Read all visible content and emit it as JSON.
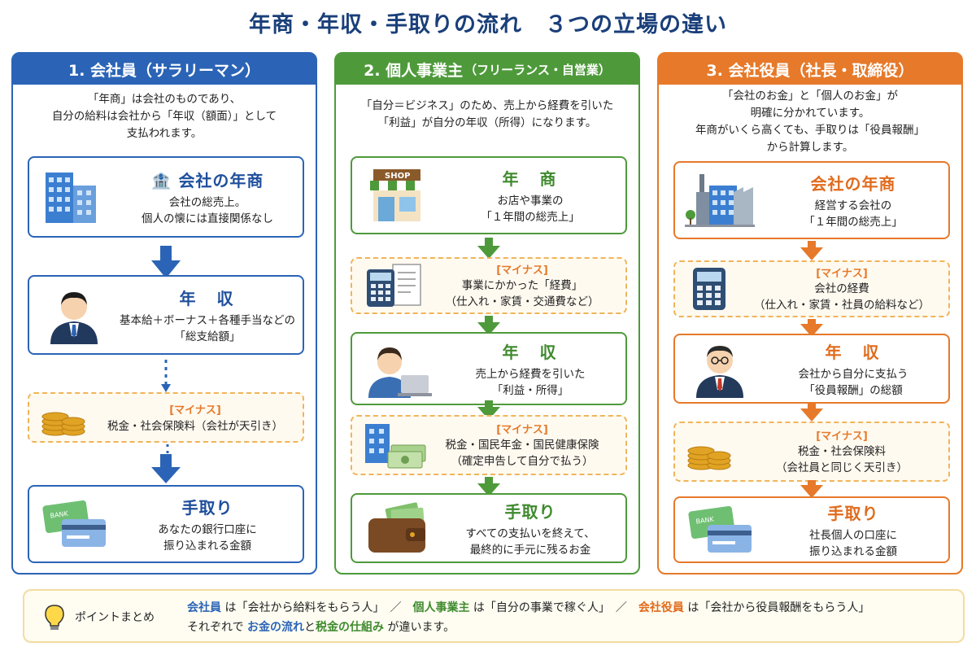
{
  "title": "年商・年収・手取りの流れ　３つの立場の違い",
  "colors": {
    "blue": "#2b64b6",
    "green": "#4e9a3b",
    "orange": "#e6792a"
  },
  "employee": {
    "header": "1. 会社員（サラリーマン）",
    "intro": [
      "「年商」は会社のものであり、",
      "自分の給料は会社から「年収（額面）」として",
      "支払われます。"
    ],
    "revenue": {
      "title": "会社の年商",
      "desc": [
        "会社の総売上。",
        "個人の懐には直接関係なし"
      ],
      "icon": "office-building-icon"
    },
    "income": {
      "title": "年　収",
      "desc": [
        "基本給＋ボーナス＋各種手当などの",
        "「総支給額」"
      ],
      "icon": "businessman-icon"
    },
    "minus": {
      "label": "[マイナス]",
      "desc": [
        "税金・社会保険料（会社が天引き）"
      ],
      "icon": "coins-icon"
    },
    "takehome": {
      "title": "手取り",
      "desc": [
        "あなたの銀行口座に",
        "振り込まれる金額"
      ],
      "icon": "bank-cards-icon"
    }
  },
  "freelance": {
    "header_main": "2. 個人事業主",
    "header_sub": "（フリーランス・自営業）",
    "intro": [
      "「自分＝ビジネス」のため、売上から経費を引いた",
      "「利益」が自分の年収（所得）になります。"
    ],
    "revenue": {
      "title": "年　商",
      "desc": [
        "お店や事業の",
        "「１年間の総売上」"
      ],
      "icon": "shop-icon",
      "shop_sign": "SHOP"
    },
    "expense": {
      "label": "[マイナス]",
      "desc": [
        "事業にかかった「経費」",
        "（仕入れ・家賃・交通費など）"
      ],
      "icon": "calculator-receipt-icon"
    },
    "income": {
      "title": "年　収",
      "desc": [
        "売上から経費を引いた",
        "「利益・所得」"
      ],
      "icon": "freelancer-laptop-icon"
    },
    "minus": {
      "label": "[マイナス]",
      "desc": [
        "税金・国民年金・国民健康保険",
        "（確定申告して自分で払う）"
      ],
      "icon": "building-cash-icon"
    },
    "takehome": {
      "title": "手取り",
      "desc": [
        "すべての支払いを終えて、",
        "最終的に手元に残るお金"
      ],
      "icon": "wallet-icon"
    }
  },
  "executive": {
    "header": "3. 会社役員（社長・取締役）",
    "intro": [
      "「会社のお金」と「個人のお金」が",
      "明確に分かれています。",
      "年商がいくら高くても、手取りは「役員報酬」",
      "から計算します。"
    ],
    "revenue": {
      "title": "会社の年商",
      "desc": [
        "経営する会社の",
        "「１年間の総売上」"
      ],
      "icon": "factory-icon"
    },
    "expense": {
      "label": "[マイナス]",
      "desc": [
        "会社の経費",
        "（仕入れ・家賃・社員の給料など）"
      ],
      "icon": "calculator-icon"
    },
    "income": {
      "title": "年　収",
      "desc": [
        "会社から自分に支払う",
        "「役員報酬」の総額"
      ],
      "icon": "executive-icon"
    },
    "minus": {
      "label": "[マイナス]",
      "desc": [
        "税金・社会保険料",
        "（会社員と同じく天引き）"
      ],
      "icon": "coins-icon"
    },
    "takehome": {
      "title": "手取り",
      "desc": [
        "社長個人の口座に",
        "振り込まれる金額"
      ],
      "icon": "bank-cards-icon"
    }
  },
  "card_text": {
    "bank": "BANK"
  },
  "summary": {
    "label": "ポイントまとめ",
    "line1": {
      "a": "会社員",
      "a_rest": " は「会社から給料をもらう人」　／　",
      "b": "個人事業主",
      "b_rest": " は「自分の事業で稼ぐ人」　／　",
      "c": "会社役員",
      "c_rest": " は「会社から役員報酬をもらう人」"
    },
    "line2": {
      "pre": "それぞれで ",
      "x": "お金の流れ",
      "mid": "と",
      "y": "税金の仕組み",
      "post": " が違います。"
    }
  }
}
